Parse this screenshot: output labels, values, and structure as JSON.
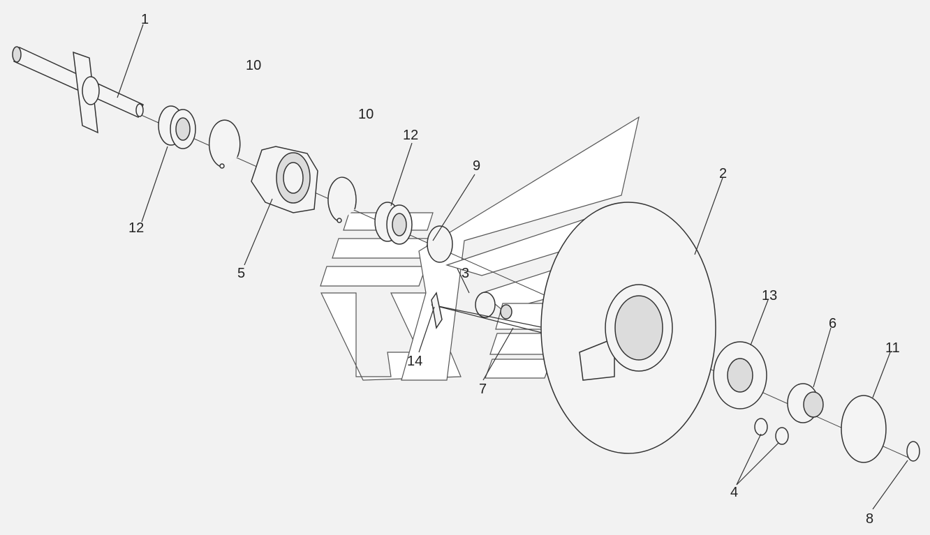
{
  "diagram": {
    "callouts": [
      {
        "id": "c1",
        "text": "1"
      },
      {
        "id": "c10a",
        "text": "10"
      },
      {
        "id": "c10b",
        "text": "10"
      },
      {
        "id": "c12a",
        "text": "12"
      },
      {
        "id": "c12b",
        "text": "12"
      },
      {
        "id": "c9",
        "text": "9"
      },
      {
        "id": "c2",
        "text": "2"
      },
      {
        "id": "c5",
        "text": "5"
      },
      {
        "id": "c3",
        "text": "3"
      },
      {
        "id": "c14",
        "text": "14"
      },
      {
        "id": "c7",
        "text": "7"
      },
      {
        "id": "c13",
        "text": "13"
      },
      {
        "id": "c6",
        "text": "6"
      },
      {
        "id": "c11",
        "text": "11"
      },
      {
        "id": "c4",
        "text": "4"
      },
      {
        "id": "c8",
        "text": "8"
      }
    ],
    "colors": {
      "background": "#f2f2f2",
      "line": "#333333"
    }
  }
}
